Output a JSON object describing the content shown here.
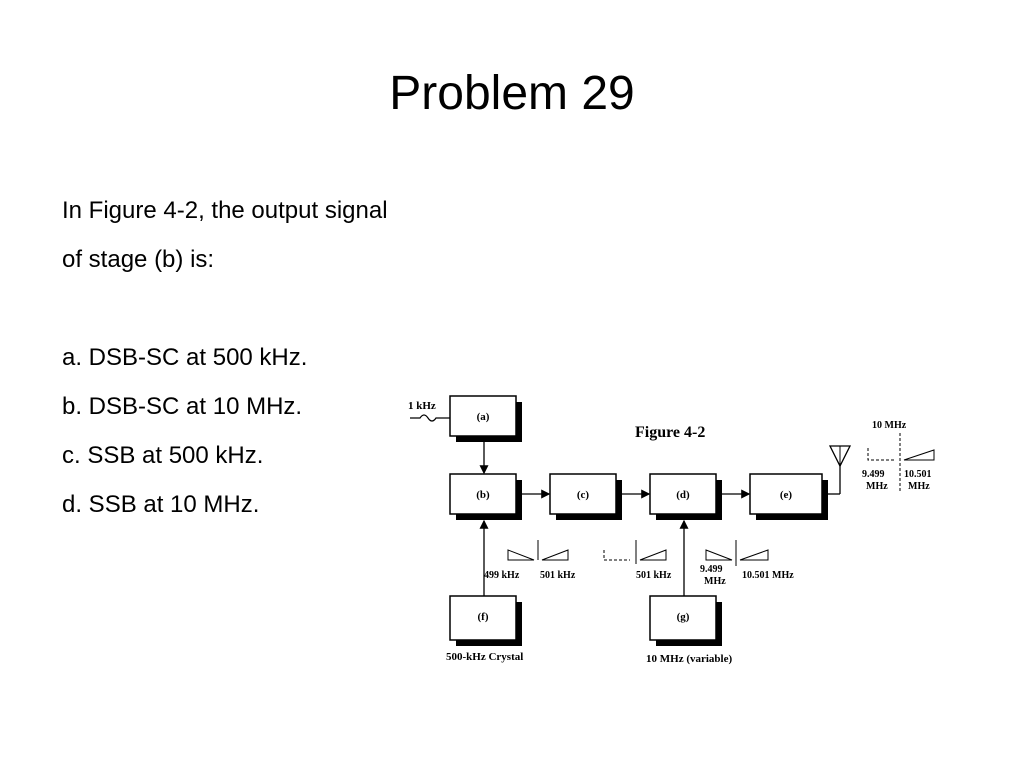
{
  "title": "Problem 29",
  "question": {
    "stem_line1": "In Figure 4-2, the output signal",
    "stem_line2": "of stage (b) is:",
    "options": [
      "a. DSB-SC at 500 kHz.",
      "b. DSB-SC at 10 MHz.",
      "c. SSB at 500 kHz.",
      "d. SSB at 10 MHz."
    ]
  },
  "figure": {
    "caption": "Figure 4-2",
    "input_label": "1 kHz",
    "blocks": {
      "a": "(a)",
      "b": "(b)",
      "c": "(c)",
      "d": "(d)",
      "e": "(e)",
      "f": "(f)",
      "g": "(g)"
    },
    "block_f_label": "500-kHz Crystal",
    "block_g_label": "10 MHz (variable)",
    "spectrum_b": {
      "left": "499 kHz",
      "right": "501 kHz"
    },
    "spectrum_c": {
      "right": "501 kHz"
    },
    "spectrum_d": {
      "left_line1": "9.499",
      "left_line2": "MHz",
      "right": "10.501 MHz"
    },
    "spectrum_out": {
      "top": "10 MHz",
      "left_line1": "9.499",
      "left_line2": "MHz",
      "right_line1": "10.501",
      "right_line2": "MHz"
    }
  }
}
